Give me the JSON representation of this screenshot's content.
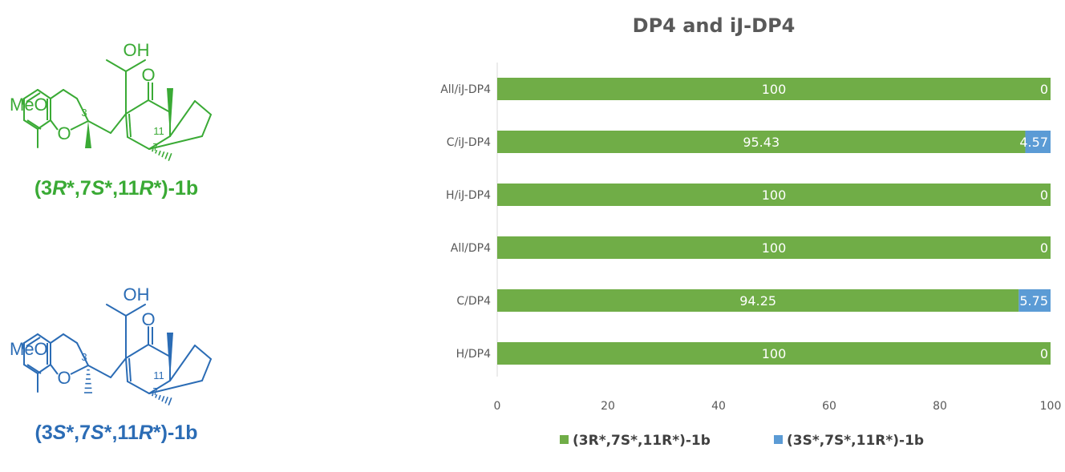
{
  "structures": [
    {
      "label_parts": [
        "(3",
        "R",
        "*,7",
        "S",
        "*,11",
        "R",
        "*)-1b"
      ],
      "color": "#3aaa35",
      "atoms": {
        "oh": "OH",
        "ketone": "O",
        "meo": "MeO",
        "ring_o": "O",
        "n11": "11",
        "n7": "7",
        "n3": "3"
      }
    },
    {
      "label_parts": [
        "(3",
        "S",
        "*,7",
        "S",
        "*,11",
        "R",
        "*)-1b"
      ],
      "color": "#2b6cb5",
      "atoms": {
        "oh": "OH",
        "ketone": "O",
        "meo": "MeO",
        "ring_o": "O",
        "n11": "11",
        "n7": "7",
        "n3": "3"
      }
    }
  ],
  "chart_data": {
    "type": "bar",
    "orientation": "horizontal",
    "stacked": true,
    "title": "DP4 and iJ-DP4",
    "categories": [
      "All/iJ-DP4",
      "C/iJ-DP4",
      "H/iJ-DP4",
      "All/DP4",
      "C/DP4",
      "H/DP4"
    ],
    "series": [
      {
        "name": "(3R*,7S*,11R*)-1b",
        "color": "#70ad47",
        "values": [
          100,
          95.43,
          100,
          100,
          94.25,
          100
        ],
        "labels": [
          "100",
          "95.43",
          "100",
          "100",
          "94.25",
          "100"
        ]
      },
      {
        "name": "(3S*,7S*,11R*)-1b",
        "color": "#5b9bd5",
        "values": [
          0,
          4.57,
          0,
          0,
          5.75,
          0
        ],
        "labels": [
          "0",
          "4.57",
          "0",
          "0",
          "5.75",
          "0"
        ]
      }
    ],
    "xlim": [
      0,
      100
    ],
    "xticks": [
      "0",
      "20",
      "40",
      "60",
      "80",
      "100"
    ],
    "grid": false,
    "legend_position": "bottom"
  }
}
